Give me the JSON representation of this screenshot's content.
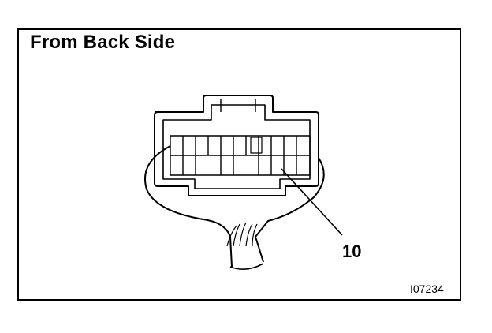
{
  "diagram": {
    "title": "From Back Side",
    "pin_callout": "10",
    "figure_id": "I07234"
  }
}
